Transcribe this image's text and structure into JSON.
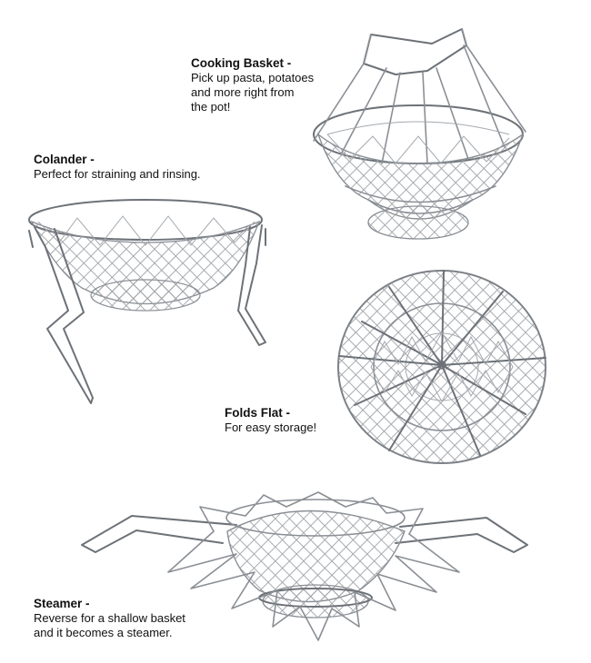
{
  "cooking_basket": {
    "title": "Cooking Basket -",
    "lines": [
      "Pick up pasta, potatoes",
      "and more right from",
      "the pot!"
    ]
  },
  "colander": {
    "title": "Colander -",
    "lines": [
      "Perfect for straining and rinsing."
    ]
  },
  "folds_flat": {
    "title": "Folds Flat -",
    "lines": [
      "For easy storage!"
    ]
  },
  "steamer": {
    "title": "Steamer -",
    "lines": [
      "Reverse for a shallow basket",
      "and it becomes a steamer."
    ]
  },
  "colors": {
    "wire": "#8a8f95",
    "text": "#111111",
    "background": "#ffffff"
  }
}
